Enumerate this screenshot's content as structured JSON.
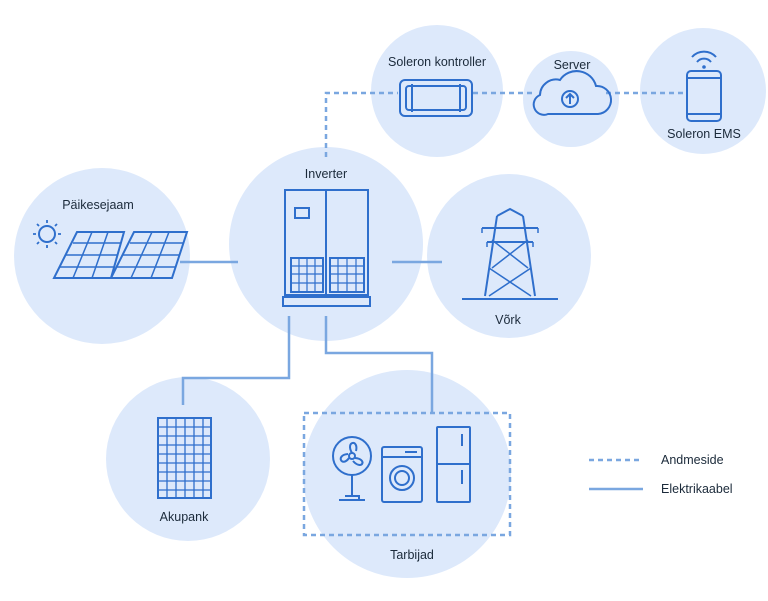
{
  "nodes": {
    "controller": "Soleron kontroller",
    "server": "Server",
    "ems": "Soleron EMS",
    "inverter": "Inverter",
    "solar": "Päikesejaam",
    "grid": "Võrk",
    "battery": "Akupank",
    "consumers": "Tarbijad"
  },
  "legend": {
    "data": "Andmeside",
    "cable": "Elektrikaabel"
  },
  "colors": {
    "circle": "#dde9fb",
    "icon": "#2f6fcc",
    "line": "#7aa7e0",
    "text": "#1b2a3a"
  }
}
